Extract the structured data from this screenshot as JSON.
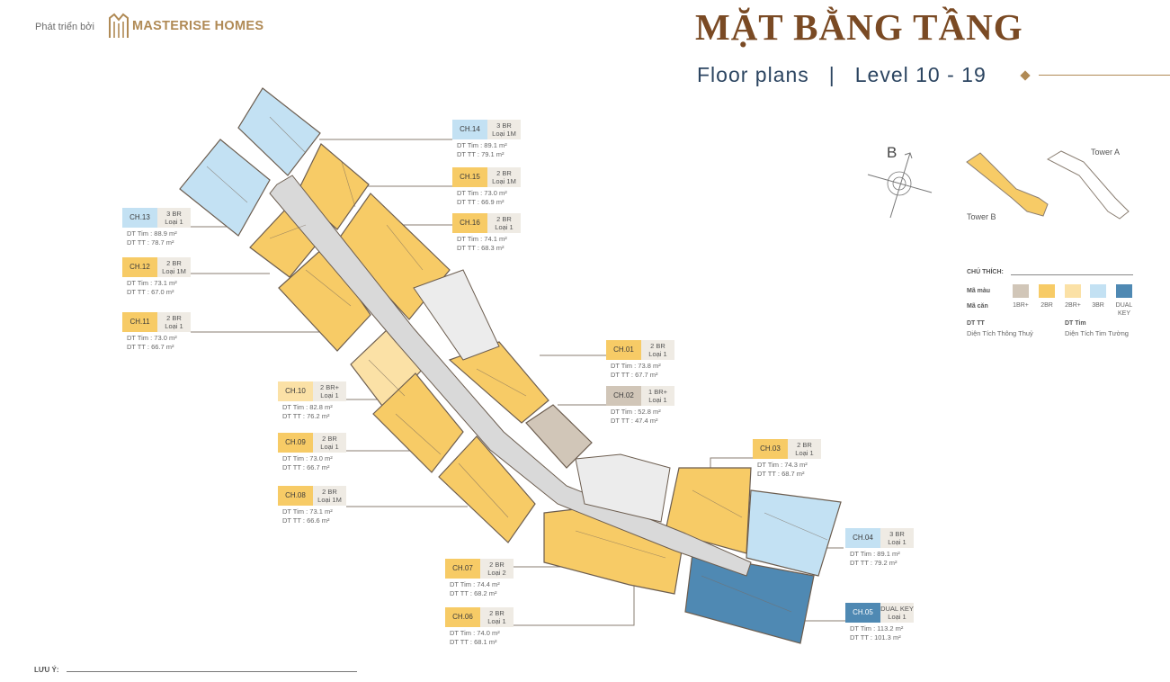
{
  "header": {
    "brand_prefix": "Phát triển bởi",
    "brand_name": "MASTERISE HOMES",
    "title": "MẶT BẰNG TẦNG",
    "subtitle_left": "Floor plans",
    "subtitle_sep": "|",
    "subtitle_right": "Level 10 - 19"
  },
  "colors": {
    "brand_gold": "#b08a55",
    "title_brown": "#7a4a24",
    "subtitle_navy": "#2c4561",
    "1br_plus": "#d1c6b8",
    "2br": "#f7cb66",
    "2br_plus": "#fbe1a6",
    "3br": "#c3e1f3",
    "dual_key": "#4f89b3"
  },
  "key_plan": {
    "compass_letter": "B",
    "tower_b": "Tower B",
    "tower_a": "Tower A"
  },
  "units": {
    "ch14": {
      "code": "CH.14",
      "br": "3 BR",
      "loai": "Loại 1M",
      "dt_tim": "DT Tim : 89.1 m²",
      "dt_tt": "DT TT  : 79.1 m²"
    },
    "ch15": {
      "code": "CH.15",
      "br": "2 BR",
      "loai": "Loại 1M",
      "dt_tim": "DT Tim : 73.0 m²",
      "dt_tt": "DT TT  : 66.9 m²"
    },
    "ch16": {
      "code": "CH.16",
      "br": "2 BR",
      "loai": "Loại 1",
      "dt_tim": "DT Tim : 74.1 m²",
      "dt_tt": "DT TT  : 68.3 m²"
    },
    "ch13": {
      "code": "CH.13",
      "br": "3 BR",
      "loai": "Loại 1",
      "dt_tim": "DT Tim : 88.9 m²",
      "dt_tt": "DT TT  : 78.7 m²"
    },
    "ch12": {
      "code": "CH.12",
      "br": "2 BR",
      "loai": "Loại 1M",
      "dt_tim": "DT Tim : 73.1 m²",
      "dt_tt": "DT TT  : 67.0 m²"
    },
    "ch11": {
      "code": "CH.11",
      "br": "2 BR",
      "loai": "Loại 1",
      "dt_tim": "DT Tim : 73.0 m²",
      "dt_tt": "DT TT  : 66.7 m²"
    },
    "ch01": {
      "code": "CH.01",
      "br": "2 BR",
      "loai": "Loại 1",
      "dt_tim": "DT Tim : 73.8 m²",
      "dt_tt": "DT TT  : 67.7 m²"
    },
    "ch02": {
      "code": "CH.02",
      "br": "1 BR+",
      "loai": "Loại 1",
      "dt_tim": "DT Tim : 52.8 m²",
      "dt_tt": "DT TT  : 47.4 m²"
    },
    "ch10": {
      "code": "CH.10",
      "br": "2 BR+",
      "loai": "Loại 1",
      "dt_tim": "DT Tim : 82.8 m²",
      "dt_tt": "DT TT  : 76.2 m²"
    },
    "ch09": {
      "code": "CH.09",
      "br": "2 BR",
      "loai": "Loại 1",
      "dt_tim": "DT Tim : 73.0 m²",
      "dt_tt": "DT TT  : 66.7 m²"
    },
    "ch08": {
      "code": "CH.08",
      "br": "2 BR",
      "loai": "Loại 1M",
      "dt_tim": "DT Tim : 73.1 m²",
      "dt_tt": "DT TT  : 66.6 m²"
    },
    "ch03": {
      "code": "CH.03",
      "br": "2 BR",
      "loai": "Loại 1",
      "dt_tim": "DT Tim : 74.3 m²",
      "dt_tt": "DT TT  : 68.7 m²"
    },
    "ch04": {
      "code": "CH.04",
      "br": "3 BR",
      "loai": "Loại 1",
      "dt_tim": "DT Tim : 89.1 m²",
      "dt_tt": "DT TT  : 79.2 m²"
    },
    "ch05": {
      "code": "CH.05",
      "br": "DUAL KEY",
      "loai": "Loại 1",
      "dt_tim": "DT Tim : 113.2 m²",
      "dt_tt": "DT TT  : 101.3 m²"
    },
    "ch07": {
      "code": "CH.07",
      "br": "2 BR",
      "loai": "Loại 2",
      "dt_tim": "DT Tim : 74.4 m²",
      "dt_tt": "DT TT  : 68.2 m²"
    },
    "ch06": {
      "code": "CH.06",
      "br": "2 BR",
      "loai": "Loại 1",
      "dt_tim": "DT Tim : 74.0 m²",
      "dt_tt": "DT TT  : 68.1 m²"
    }
  },
  "legend": {
    "title": "CHÚ THÍCH:",
    "color_label": "Mã màu",
    "code_label": "Mã căn",
    "items": [
      "1BR+",
      "2BR",
      "2BR+",
      "3BR",
      "DUAL KEY"
    ],
    "dt_tt_head": "DT TT",
    "dt_tt_body": "Diện Tích Thông Thuỷ",
    "dt_tim_head": "DT Tim",
    "dt_tim_body": "Diện Tích Tim Tường"
  },
  "footer": {
    "note_label": "LƯU Ý:"
  }
}
